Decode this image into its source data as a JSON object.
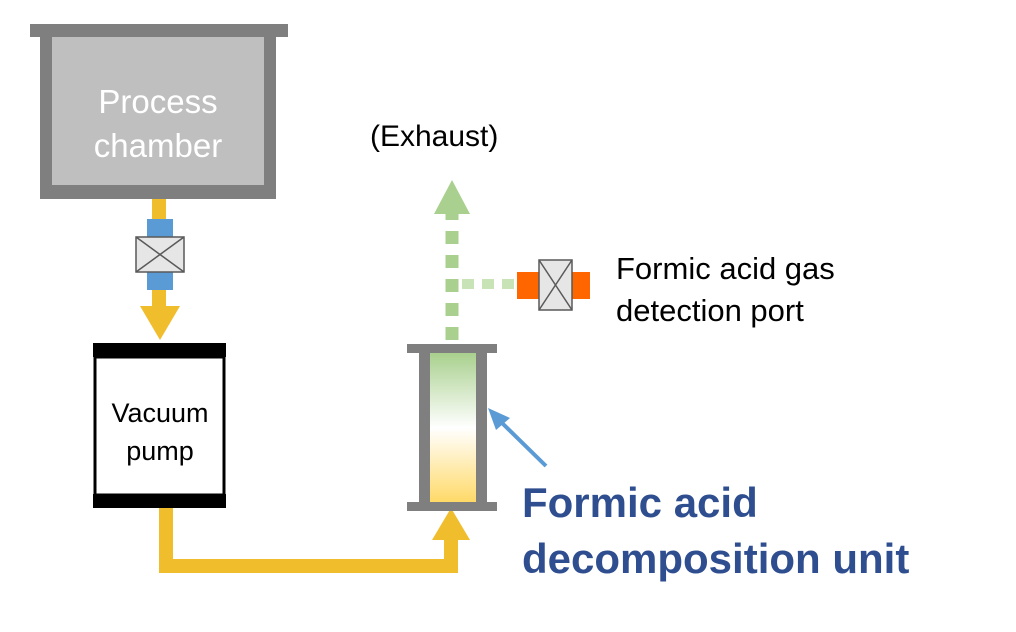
{
  "nodes": {
    "process_chamber": {
      "label_line1": "Process",
      "label_line2": "chamber"
    },
    "vacuum_pump": {
      "label_line1": "Vacuum",
      "label_line2": "pump"
    },
    "exhaust": {
      "label": "(Exhaust)"
    },
    "detection_port": {
      "label_line1": "Formic acid gas",
      "label_line2": "detection port"
    },
    "decomposition_unit": {
      "label_line1": "Formic acid",
      "label_line2": "decomposition unit"
    }
  },
  "colors": {
    "chamber_gray": "#7f7f7f",
    "chamber_fill": "#bfbfbf",
    "flow_yellow": "#f0bd2c",
    "exhaust_green": "#a9d08e",
    "valve_blue": "#5b9bd5",
    "port_orange": "#ff6600",
    "unit_label_blue": "#2e4e8f",
    "pointer_blue": "#5b9bd5"
  }
}
